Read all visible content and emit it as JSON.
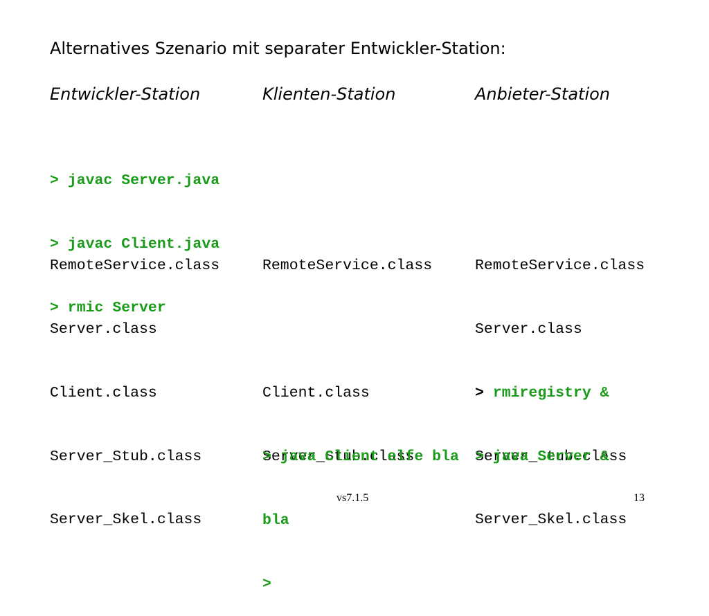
{
  "slide": {
    "title": "Alternatives Szenario mit separater Entwickler-Station:",
    "columns": {
      "developer": "Entwickler-Station",
      "client": "Klienten-Station",
      "provider": "Anbieter-Station"
    },
    "developer_commands": [
      "> javac Server.java",
      "> javac Client.java",
      "> rmic Server"
    ],
    "developer_files": [
      "RemoteService.class",
      "Server.class",
      "Client.class",
      "Server_Stub.class",
      "Server_Skel.class"
    ],
    "client_files": [
      "RemoteService.class",
      "",
      "Client.class",
      "Server_Stub.class"
    ],
    "provider_files": [
      "RemoteService.class",
      "Server.class",
      "",
      "Server_Stub.class",
      "Server_Skel.class"
    ],
    "provider_commands": [
      {
        "prompt": ">",
        "command": "rmiregistry &"
      },
      {
        "prompt": "> java Server &",
        "command": ""
      }
    ],
    "client_commands": [
      "> java Client elfe bla",
      "bla",
      ">"
    ],
    "footer_center": "vs7.1.5",
    "footer_page": "13"
  },
  "colors": {
    "command_green": "#1a9b1a",
    "text": "#000000",
    "background": "#ffffff"
  }
}
